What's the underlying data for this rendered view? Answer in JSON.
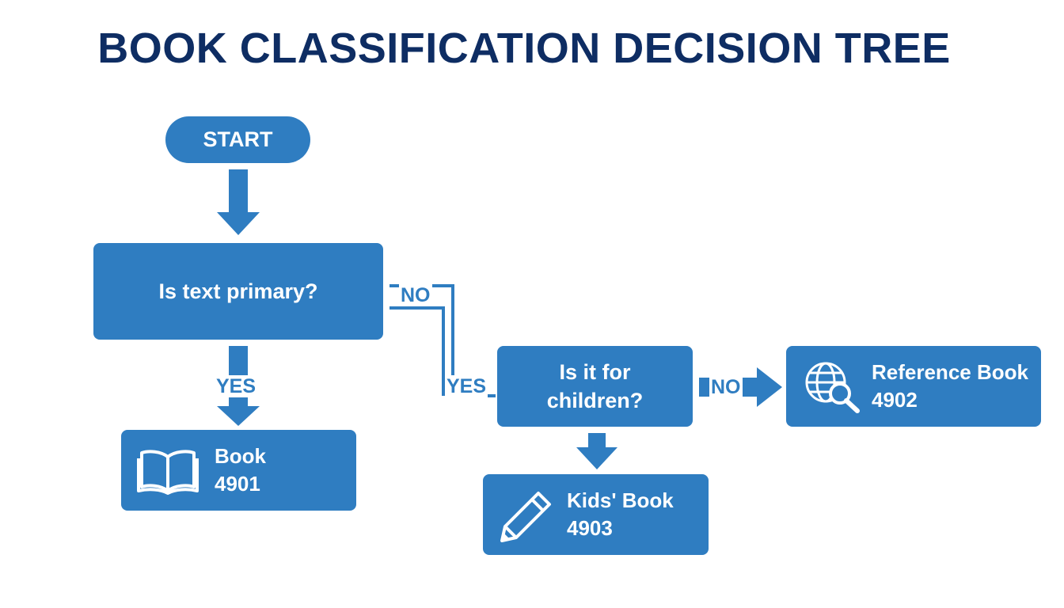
{
  "title": "BOOK CLASSIFICATION DECISION TREE",
  "colors": {
    "title": "#0e2d63",
    "node_fill": "#2f7dc1",
    "node_text": "#ffffff",
    "edge": "#2f7dc1",
    "background": "#ffffff"
  },
  "nodes": {
    "start": {
      "label": "START"
    },
    "q_text_primary": {
      "label": "Is text primary?"
    },
    "q_for_children": {
      "line1": "Is it for",
      "line2": "children?"
    },
    "book": {
      "icon": "open-book-icon",
      "name": "Book",
      "code": "4901"
    },
    "kids_book": {
      "icon": "pencil-icon",
      "name": "Kids' Book",
      "code": "4903"
    },
    "reference_book": {
      "icon": "globe-search-icon",
      "name": "Reference Book",
      "code": "4902"
    }
  },
  "edges": {
    "text_primary_yes": "YES",
    "text_primary_no": "NO",
    "children_yes": "YES",
    "children_no": "NO"
  }
}
